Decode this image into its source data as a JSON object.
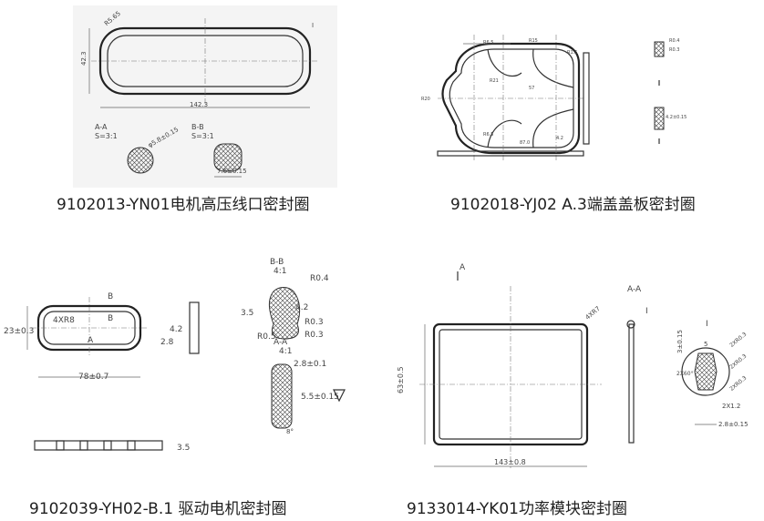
{
  "captions": {
    "p1": "9102013-YN01电机高压线口密封圈",
    "p2": "9102018-YJ02 A.3端盖盖板密封圈",
    "p3": "9102039-YH02-B.1 驱动电机密封圈",
    "p4": "9133014-YK01功率模块密封圈"
  },
  "p1": {
    "corner": "R5.65",
    "ref": "I",
    "sec_a": "A-A",
    "scale_a": "S=3:1",
    "sec_b": "B-B",
    "scale_b": "S=3:1",
    "dia": "φ5.8±0.15",
    "width": "142.3",
    "height": "42.3",
    "sq": "7.6±0.15"
  },
  "p2": {
    "d1": "R6.5",
    "d2": "R15",
    "d3": "R1.5",
    "d4": "57",
    "d5": "R20",
    "d6": "R6.5",
    "d7": "87.0",
    "d8": "4.2",
    "d9": "R21",
    "s1": "R0.4",
    "s2": "R0.3",
    "s3": "4.2±0.15"
  },
  "p3": {
    "sec_b": "B-B",
    "scale_b": "4:1",
    "r04": "R0.4",
    "d42": "4.2",
    "d35": "3.5",
    "r03a": "R0.3",
    "r05": "R0.5",
    "r03b": "R0.3",
    "corner": "4XR8",
    "height": "23±0.3",
    "w42": "4.2",
    "d28": "2.8",
    "width": "78±0.7",
    "sec_a": "A-A",
    "scale_a": "4:1",
    "d28b": "2.8±0.1",
    "d55": "5.5±0.15",
    "angle": "8°",
    "side": "3.5",
    "lbl_a": "A",
    "lbl_b": "B"
  },
  "p4": {
    "lbl_a": "A",
    "sec": "A-A",
    "ref": "I",
    "corner": "4XR7",
    "height": "63±0.5",
    "width": "143±0.8",
    "d_top": "5",
    "r1": "2XR0.3",
    "r2": "2XR0.3",
    "r3": "2XR0.3",
    "h315": "3±0.15",
    "w2": "2X60°",
    "d12": "2X1.2",
    "d28": "2.8±0.15"
  }
}
